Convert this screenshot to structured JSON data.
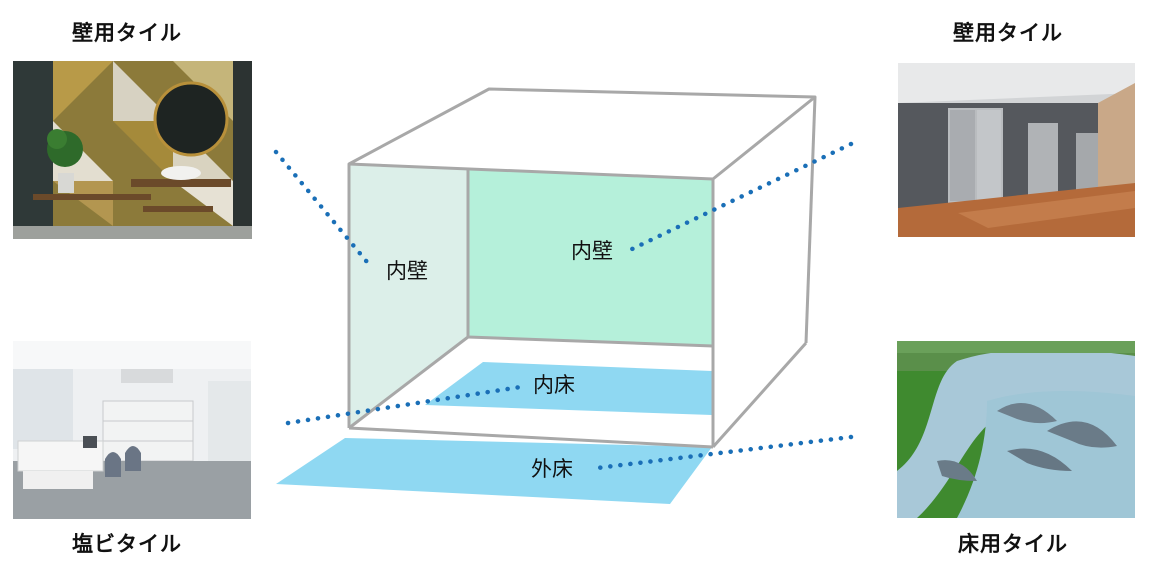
{
  "captions": {
    "top_left": "壁用タイル",
    "top_right": "壁用タイル",
    "bottom_left": "塩ビタイル",
    "bottom_right": "床用タイル"
  },
  "labels": {
    "inner_wall_left": "内壁",
    "inner_wall_back": "内壁",
    "inner_floor": "内床",
    "outer_floor": "外床"
  },
  "colors": {
    "wall_side": "#dcefe9",
    "wall_back": "#b5f0da",
    "floor": "#8fd8f2",
    "frame": "#a8a8a8",
    "dots": "#1a6fb7"
  }
}
